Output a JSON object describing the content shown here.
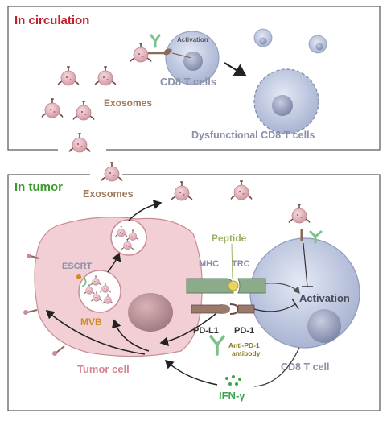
{
  "panels": {
    "circulation": {
      "title": "In circulation"
    },
    "tumor": {
      "title": "In tumor"
    }
  },
  "labels": {
    "activation_small": "Activation",
    "cd8_t_cells": "CD8 T cells",
    "exosomes_circ": "Exosomes",
    "dysfunctional": "Dysfunctional CD8 T cells",
    "exosomes_tumor": "Exosomes",
    "peptide": "Peptide",
    "mhc": "MHC",
    "trc": "TRC",
    "escrt": "ESCRT",
    "mvb": "MVB",
    "activation": "Activation",
    "pd_l1": "PD-L1",
    "pd_1": "PD-1",
    "anti_pd1_line1": "Anti-PD-1",
    "anti_pd1_line2": "antibody",
    "tumor_cell": "Tumor cell",
    "cd8_t_cell": "CD8 T cell",
    "ifn": "IFN-γ"
  },
  "colors": {
    "circulation_title": "#c0202a",
    "tumor_title": "#3a9a2a",
    "exosome_fill": "#e8b4bc",
    "tumor_cell_fill": "#f2cfd4",
    "t_cell_fill": "#b9c3dd",
    "label_grey": "#8a8fa8",
    "label_brown": "#a0785a",
    "peptide_green": "#9bb264",
    "antibody": "#7cc08a",
    "ifn_green": "#3aa64a",
    "mvb_orange": "#d08a20"
  }
}
